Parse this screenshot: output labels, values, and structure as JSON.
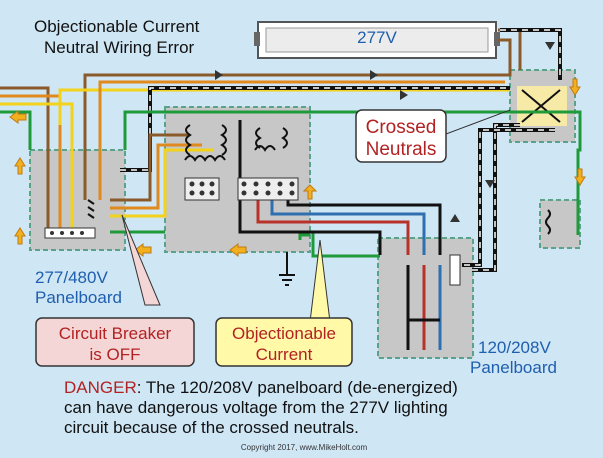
{
  "title": {
    "line1": "Objectionable Current",
    "line2": "Neutral Wiring Error"
  },
  "fixture_label": "277V",
  "crossed_neutrals": {
    "line1": "Crossed",
    "line2": "Neutrals"
  },
  "panel_480": {
    "line1": "277/480V",
    "line2": "Panelboard"
  },
  "panel_208": {
    "line1": "120/208V",
    "line2": "Panelboard"
  },
  "breaker_callout": {
    "line1": "Circuit Breaker",
    "line2": "is OFF"
  },
  "objectionable_callout": {
    "line1": "Objectionable",
    "line2": "Current"
  },
  "danger": {
    "word": "DANGER",
    "line1_rest": ": The 120/208V panelboard (de-energized)",
    "line2": "can have dangerous voltage from the 277V lighting",
    "line3": "circuit because of the crossed neutrals."
  },
  "copyright": "Copyright 2017, www.MikeHolt.com",
  "colors": {
    "background": "#cfe6f5",
    "panel_fill": "#c7c7c7",
    "panel_border": "#5aa28a",
    "wire_brown": "#8b5a2b",
    "wire_orange": "#e08a1e",
    "wire_yellow": "#f2d21b",
    "wire_green": "#1f9a3a",
    "wire_red": "#b8322a",
    "wire_blue": "#2f6fb0",
    "arrow_fill": "#f2b01e",
    "danger_red": "#b22222",
    "label_blue": "#1f5fae"
  }
}
